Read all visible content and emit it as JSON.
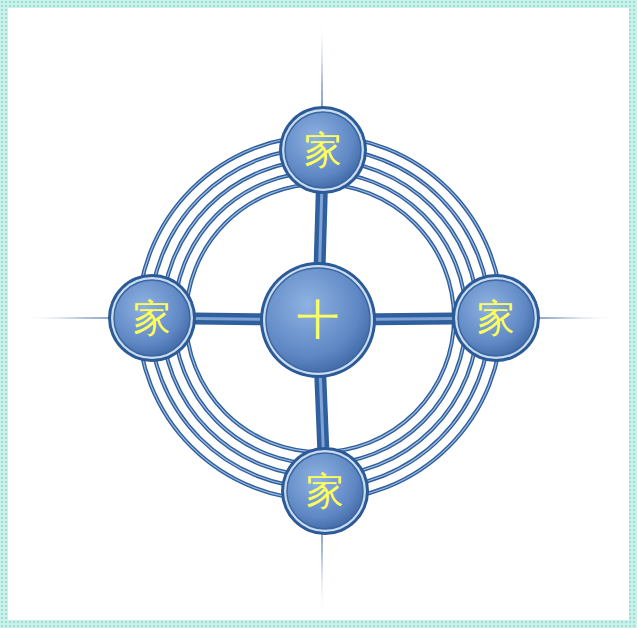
{
  "diagram": {
    "nodes": [
      {
        "text": [
          "家"
        ]
      },
      {
        "text": [
          "家"
        ]
      },
      {
        "text": [
          "十"
        ]
      },
      {
        "text": [
          "家"
        ]
      },
      {
        "text": [
          "家"
        ]
      }
    ],
    "edges": [
      {
        "from": 2,
        "to": 0,
        "arrow": "none"
      },
      {
        "from": 2,
        "to": 1,
        "arrow": "none"
      },
      {
        "from": 2,
        "to": 3,
        "arrow": "none"
      },
      {
        "from": 2,
        "to": 4,
        "arrow": "none"
      }
    ]
  }
}
